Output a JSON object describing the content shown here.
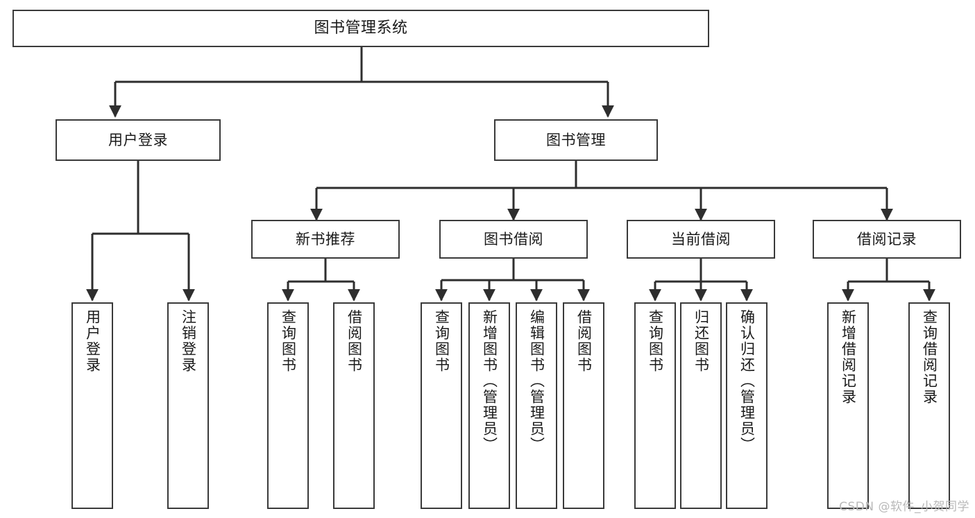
{
  "diagram": {
    "title": "图书管理系统",
    "type": "tree-hierarchy",
    "watermark": "CSDN @软件_小贺同学",
    "colors": {
      "box_border": "#3a3a3a",
      "box_fill": "#ffffff",
      "connector": "#2e2e2e",
      "text": "#1a1a1a",
      "watermark": "#b9b9b9",
      "background": "#ffffff"
    },
    "root": {
      "label": "图书管理系统"
    },
    "level2": [
      {
        "label": "用户登录"
      },
      {
        "label": "图书管理"
      }
    ],
    "level3": [
      {
        "label": "新书推荐"
      },
      {
        "label": "图书借阅"
      },
      {
        "label": "当前借阅"
      },
      {
        "label": "借阅记录"
      }
    ],
    "leaves": {
      "user_login": [
        {
          "label": "用户登录"
        },
        {
          "label": "注销登录"
        }
      ],
      "new_book_recommend": [
        {
          "label": "查询图书"
        },
        {
          "label": "借阅图书"
        }
      ],
      "book_borrow": [
        {
          "label": "查询图书"
        },
        {
          "label": "新增图书（管理员）"
        },
        {
          "label": "编辑图书（管理员）"
        },
        {
          "label": "借阅图书"
        }
      ],
      "current_borrow": [
        {
          "label": "查询图书"
        },
        {
          "label": "归还图书"
        },
        {
          "label": "确认归还（管理员）"
        }
      ],
      "borrow_record": [
        {
          "label": "新增借阅记录"
        },
        {
          "label": "查询借阅记录"
        }
      ]
    }
  }
}
